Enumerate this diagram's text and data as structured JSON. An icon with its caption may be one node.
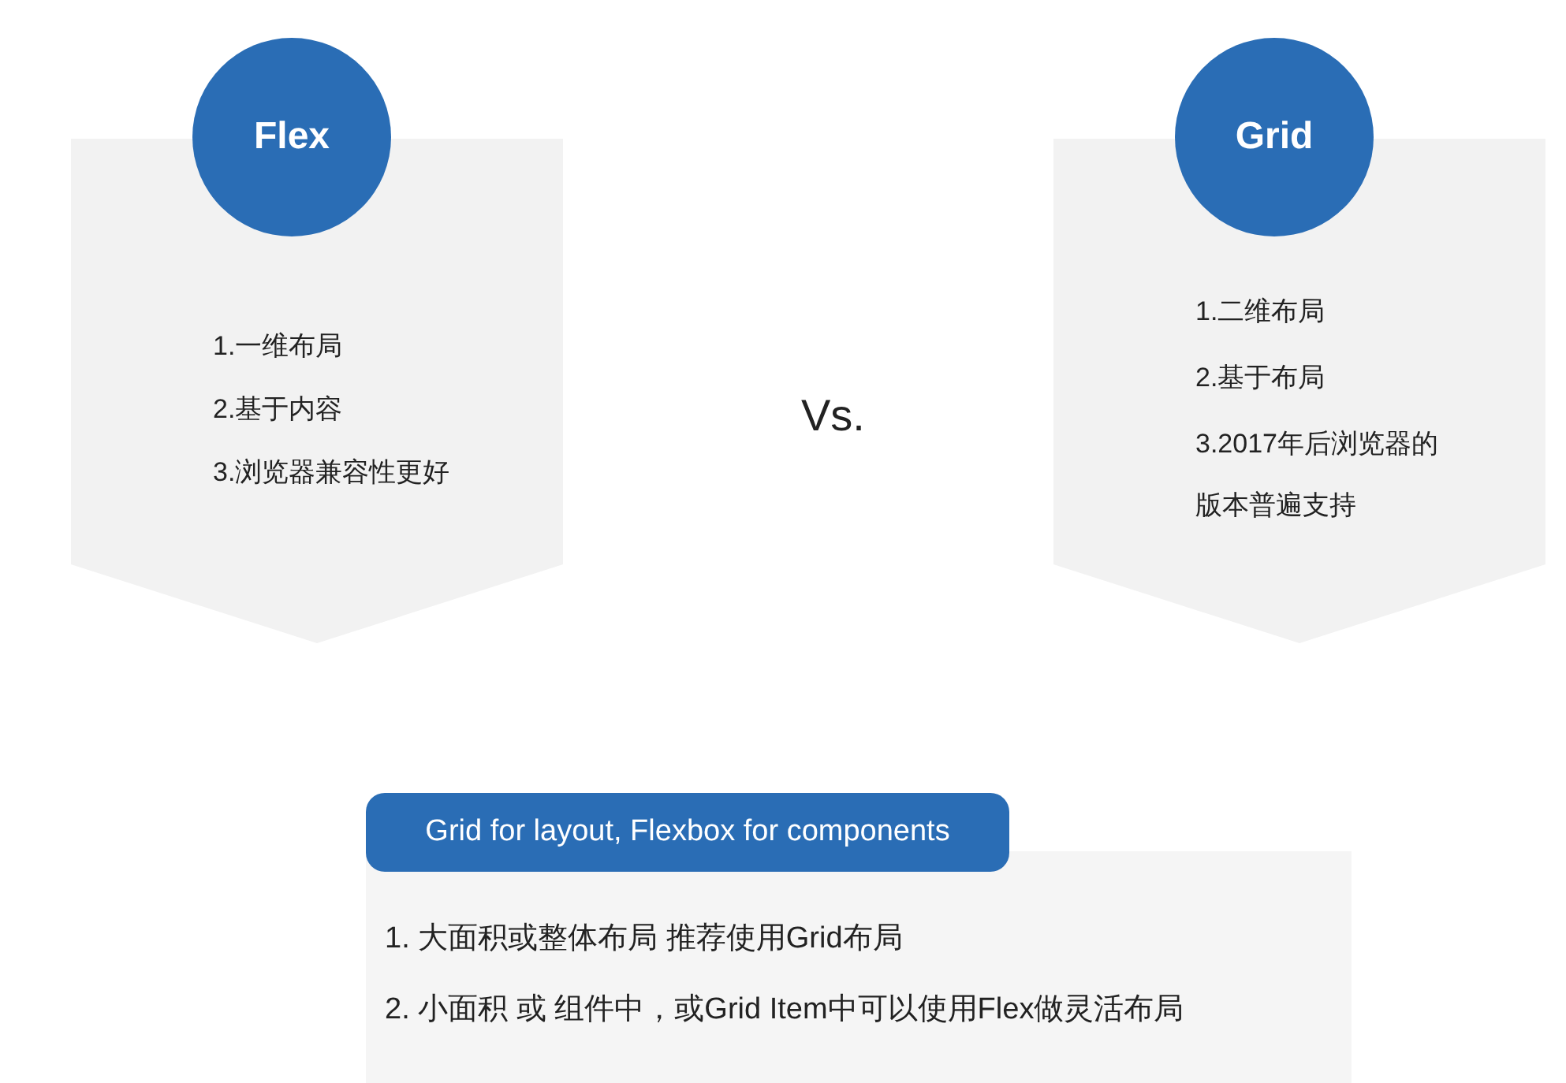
{
  "diagram": {
    "nodes": [
      {
        "text": [
          "Flex"
        ]
      },
      {
        "text": [
          "1.一维布局",
          "2.基于内容",
          "3.浏览器兼容性更好"
        ]
      },
      {
        "text": [
          "Grid"
        ]
      },
      {
        "text": [
          "1.二维布局",
          "2.基于布局",
          "3.2017年后浏览器的版本普遍支持"
        ]
      },
      {
        "text": [
          "Grid for layout, Flexbox for components"
        ]
      },
      {
        "text": [
          "1. 大面积或整体布局 推荐使用Grid布局",
          "2. 小面积 或 组件中，或Grid Item中可以使用Flex做灵活布局"
        ]
      }
    ],
    "edges": [],
    "labels": [
      "Vs."
    ]
  }
}
